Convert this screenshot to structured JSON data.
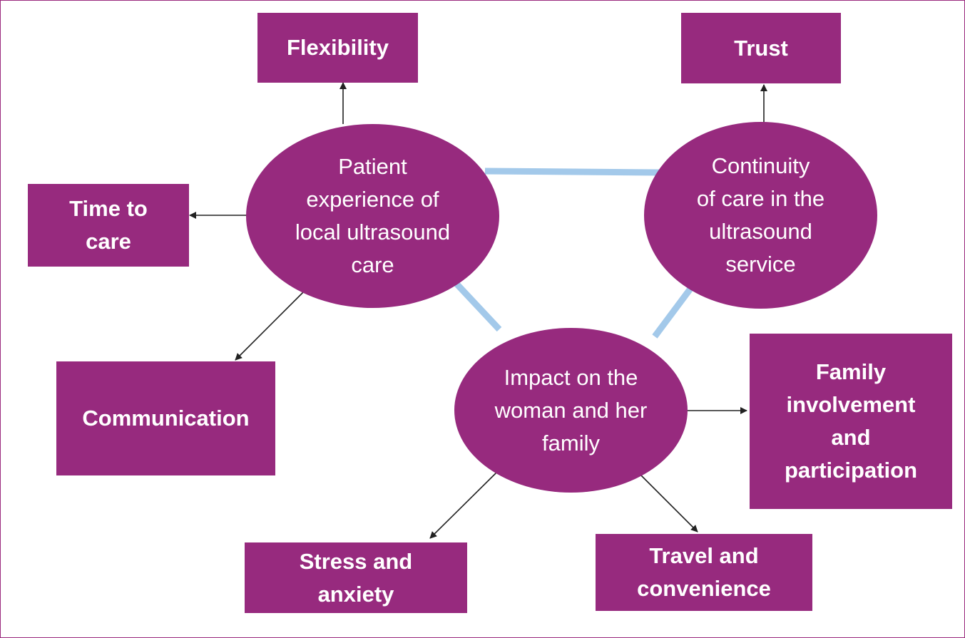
{
  "colors": {
    "fill": "#972a7e",
    "link": "#a3c9ea",
    "arrow": "#222222",
    "frame": "#9a2a7e"
  },
  "nodes": {
    "patient_experience": "Patient\nexperience of\nlocal ultrasound\ncare",
    "continuity": "Continuity\nof care in the\nultrasound\nservice",
    "impact": "Impact on the\nwoman and her\nfamily"
  },
  "boxes": {
    "flexibility": "Flexibility",
    "trust": "Trust",
    "time_to_care": "Time to\ncare",
    "communication": "Communication",
    "family_involvement": "Family\ninvolvement\nand\nparticipation",
    "stress": "Stress and\nanxiety",
    "travel": "Travel and\nconvenience"
  }
}
